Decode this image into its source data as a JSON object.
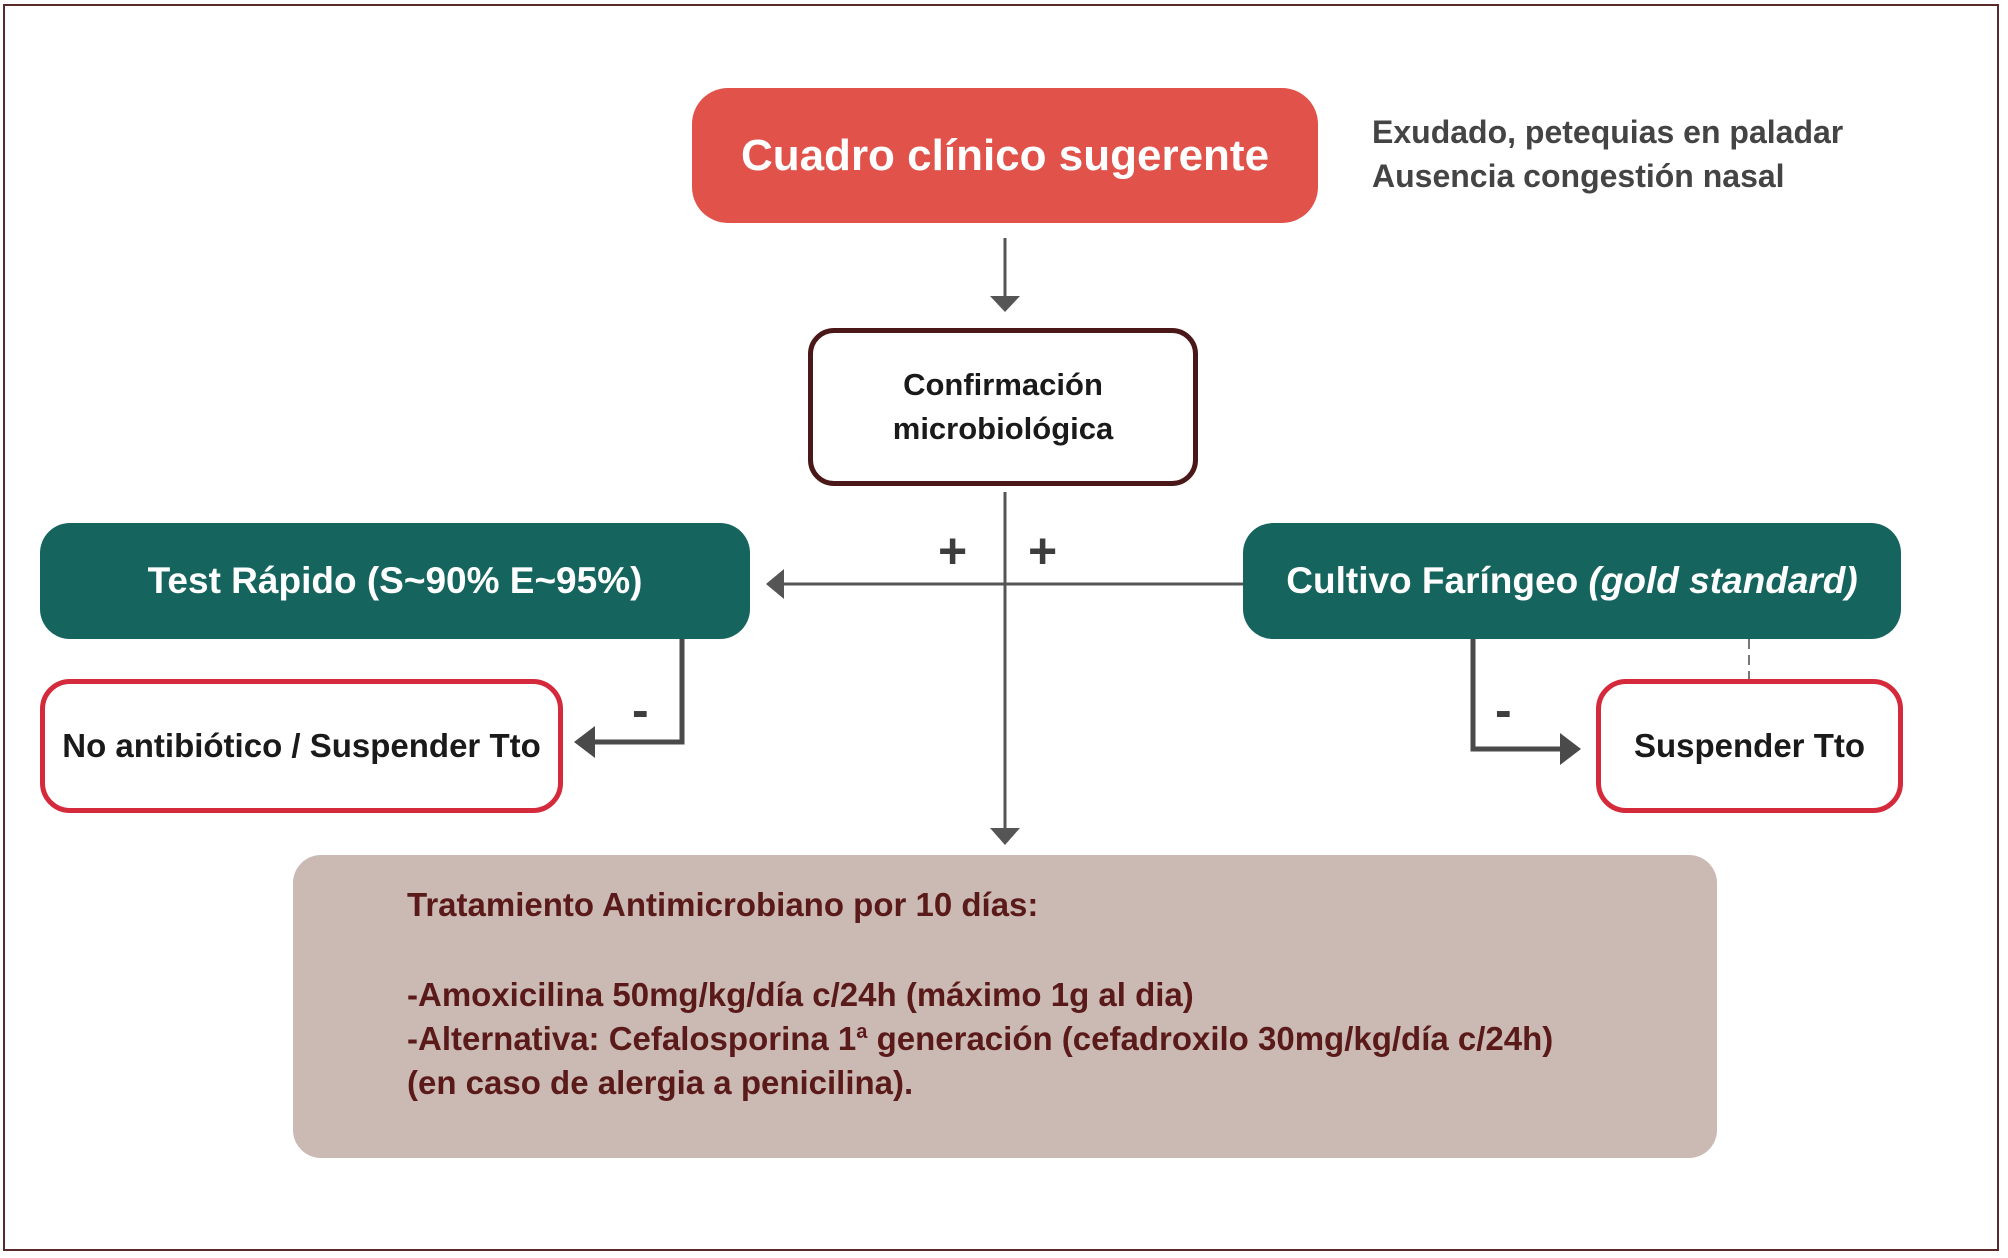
{
  "nodes": {
    "cuadro": "Cuadro clínico sugerente",
    "hint_line1": "Exudado, petequias en paladar",
    "hint_line2": "Ausencia congestión nasal",
    "confirm_line1": "Confirmación",
    "confirm_line2": "microbiológica",
    "test_rapido": "Test Rápido (S~90% E~95%)",
    "cultivo_main": "Cultivo Faríngeo ",
    "cultivo_italic": "(gold standard)",
    "no_antibiotico": "No antibiótico / Suspender Tto",
    "suspender": "Suspender Tto"
  },
  "signs": {
    "plus_left": "+",
    "plus_right": "+",
    "minus_left": "-",
    "minus_right": "-"
  },
  "treatment": {
    "title": "Tratamiento Antimicrobiano por 10 días:",
    "line1": "-Amoxicilina 50mg/kg/día c/24h (máximo 1g al dia)",
    "line2_pre": "-Alternativa: Cefalosporina 1",
    "line2_sup": "a",
    "line2_post": " generación (cefadroxilo 30mg/kg/día c/24h)",
    "line3": "(en caso de alergia a penicilina)."
  },
  "colors": {
    "red_box": "#e0524a",
    "teal_box": "#15655e",
    "treatment_box": "#cbb9b3",
    "outline_red": "#d42a3c",
    "outline_dark": "#4a1818"
  }
}
